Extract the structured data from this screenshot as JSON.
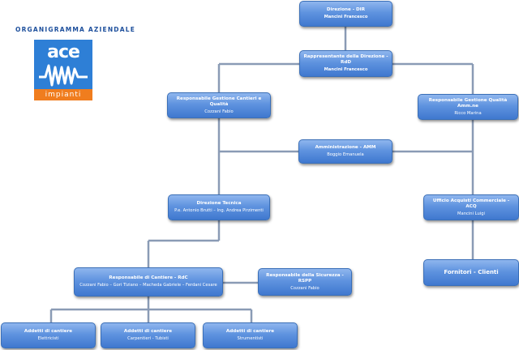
{
  "header": {
    "title": "ORGANIGRAMMA AZIENDALE",
    "logo_brand": "ace",
    "logo_sub": "impianti"
  },
  "nodes": {
    "dir": {
      "title": "Direzione - DIR",
      "name": "Mancini Francesco"
    },
    "rdd": {
      "title": "Rappresentante della Direzione - RdD",
      "name": "Mancini Francesco"
    },
    "cantieri_qualita": {
      "title": "Responsabile Gestione Cantieri e Qualità",
      "name": "Cozzani Fabio"
    },
    "qualita_amm": {
      "title": "Responsabile Gestione Qualità Amm.ne",
      "name": "Ricco Marina"
    },
    "amm": {
      "title": "Amministrazione - AMM",
      "name": "Boggio Emanuela"
    },
    "dir_tecnica": {
      "title": "Direzione Tecnica",
      "name": "P.e. Antonio Brutti – Ing. Andrea Pirzimenti"
    },
    "acquisti": {
      "title": "Ufficio Acquisti Commerciale - ACQ",
      "name": "Mancini Luigi"
    },
    "fornitori": {
      "title": "Fornitori - Clienti"
    },
    "rdc": {
      "title": "Responsabile di Cantiere - RdC",
      "name": "Cozzani Fabio – Gori Tiziano – Macheda Gabriele – Ferdani Cesare"
    },
    "rspp": {
      "title": "Responsabile della Sicurezza - RSPP",
      "name": "Cozzani Fabio"
    },
    "addetti_elettricisti": {
      "title": "Addetti di cantiere",
      "name": "Elettricisti"
    },
    "addetti_carpentieri": {
      "title": "Addetti di cantiere",
      "name": "Carpentieri - Tubisti"
    },
    "addetti_strumentisti": {
      "title": "Addetti di cantiere",
      "name": "Strumentisti"
    }
  },
  "colors": {
    "box_top": "#8fb6ee",
    "box_bottom": "#3f78cf",
    "connector": "#8a9bb5",
    "logo_blue": "#2e7fd6",
    "logo_orange": "#f07d1e",
    "title_blue": "#1d4f9c"
  }
}
